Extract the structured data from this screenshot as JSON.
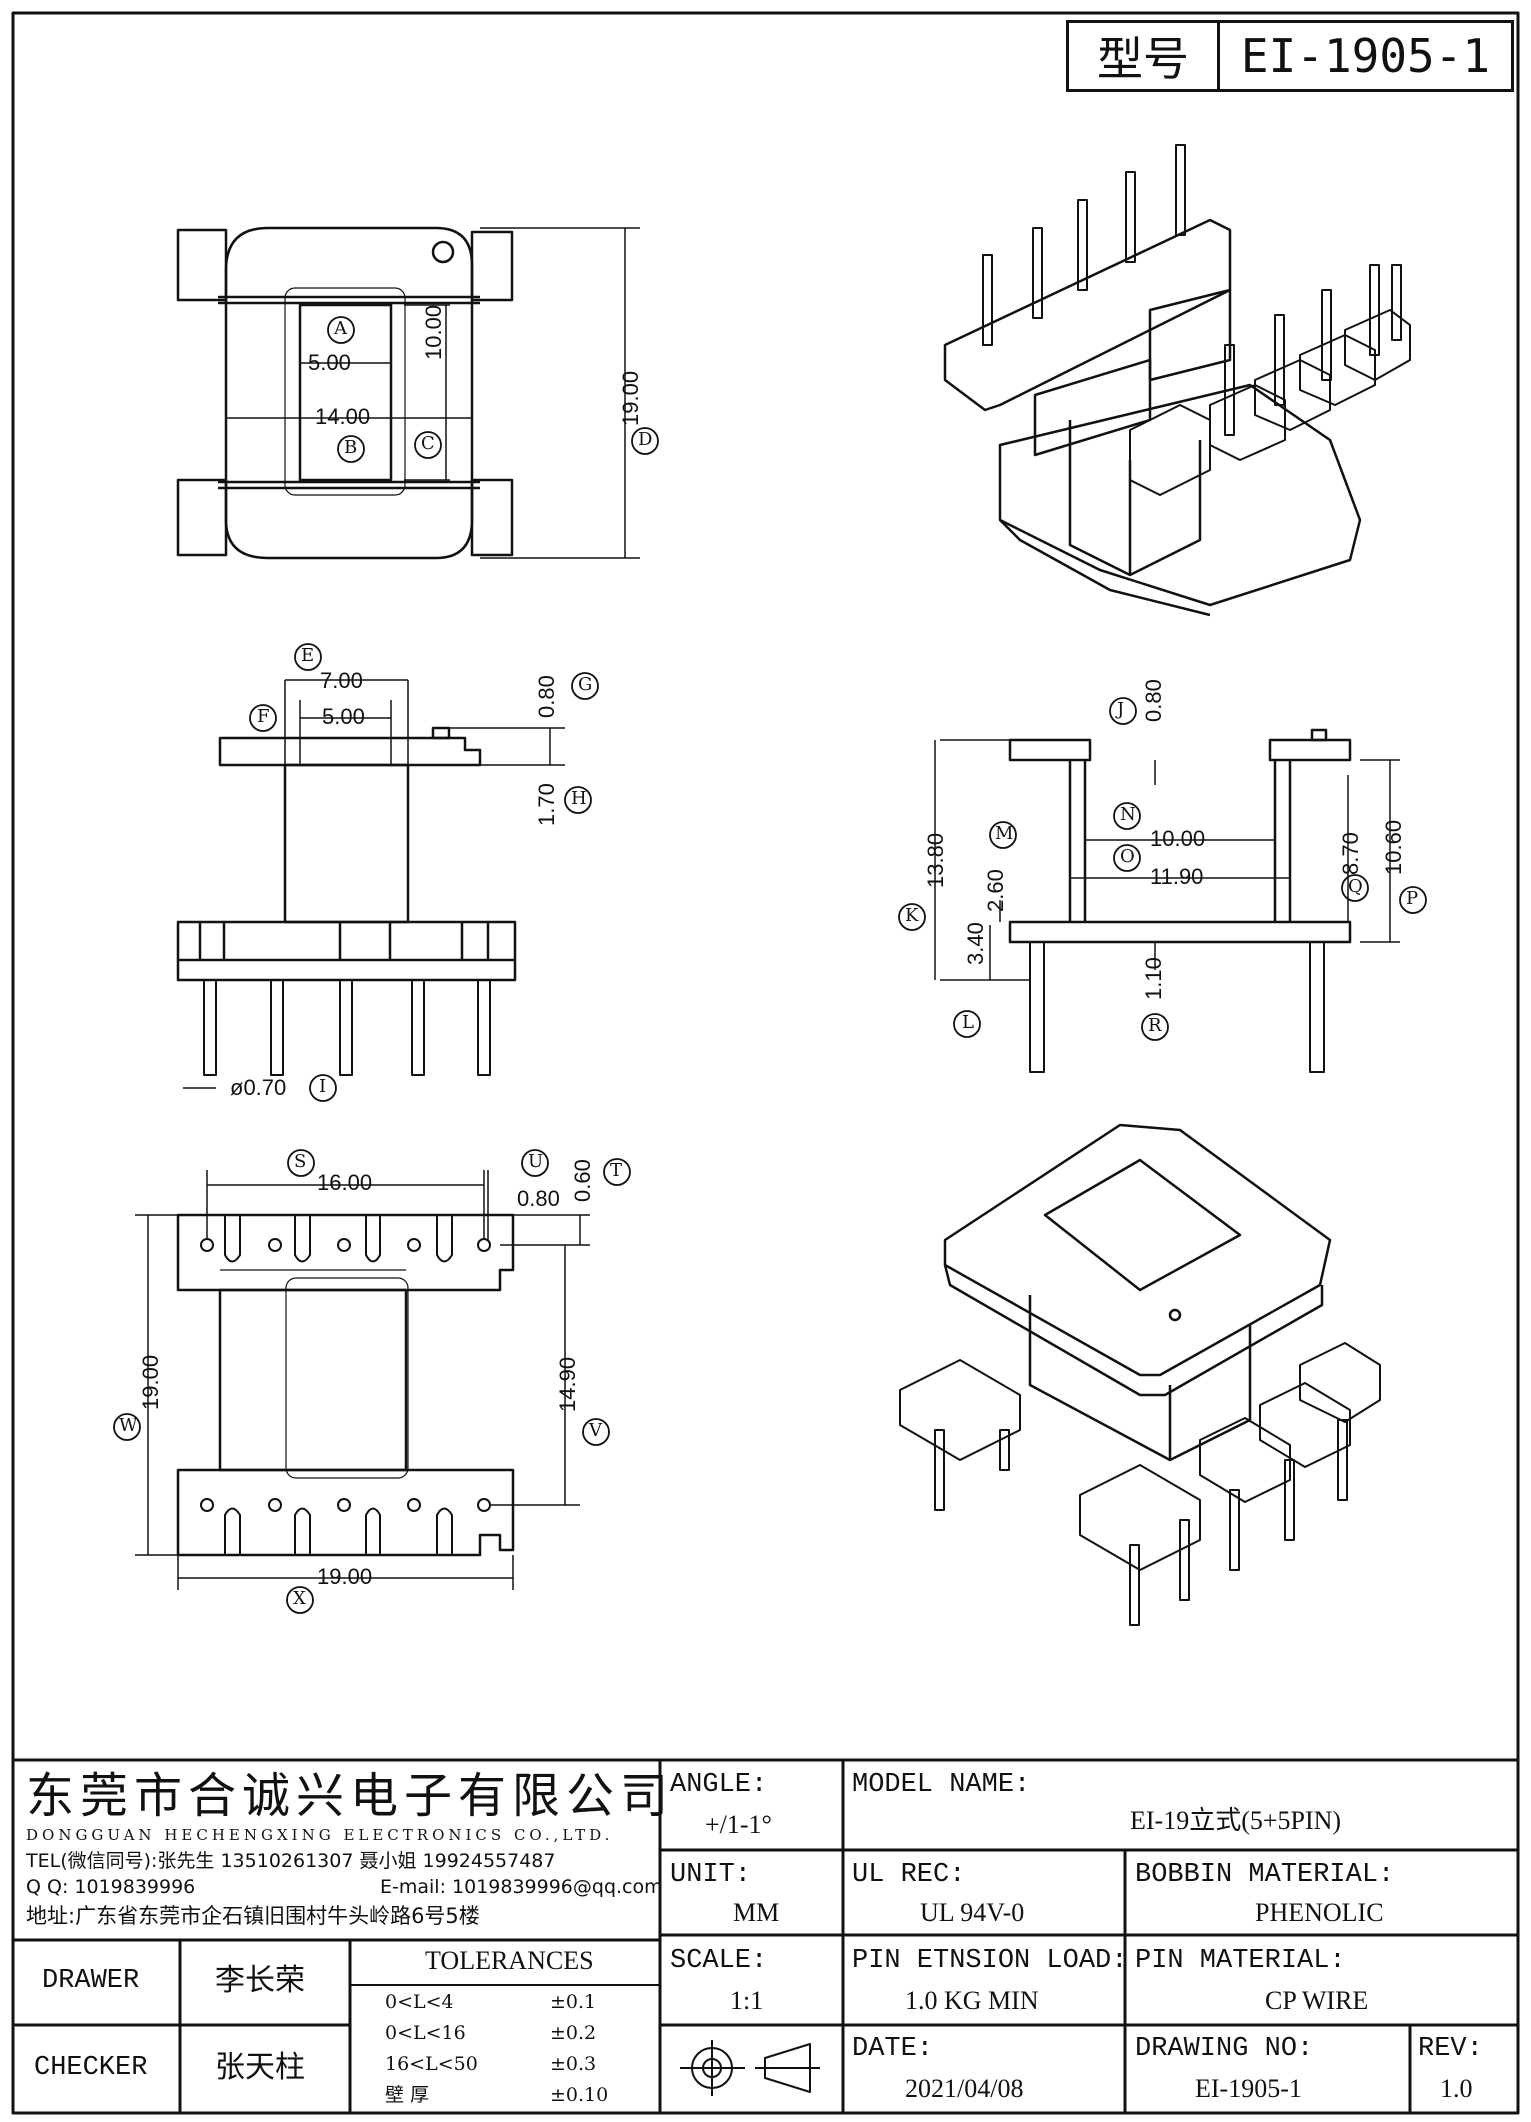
{
  "model_box": {
    "label": "型号",
    "value": "EI-1905-1"
  },
  "dimensions": {
    "top_view": {
      "A": "5.00",
      "B": "14.00",
      "C": "10.00",
      "D": "19.00"
    },
    "side_view": {
      "E": "7.00",
      "F": "5.00",
      "G": "0.80",
      "H": "1.70",
      "I": "ø0.70"
    },
    "front_view": {
      "J": "0.80",
      "K": "13.80",
      "L": "3.40",
      "M": "2.60",
      "N": "10.00",
      "O": "11.90",
      "P": "10.60",
      "Q": "8.70",
      "R": "1.10"
    },
    "bottom_view": {
      "S": "16.00",
      "T": "0.60",
      "U": "0.80",
      "V": "14.90",
      "W": "19.00",
      "X": "19.00"
    }
  },
  "markers": [
    "A",
    "B",
    "C",
    "D",
    "E",
    "F",
    "G",
    "H",
    "I",
    "J",
    "K",
    "L",
    "M",
    "N",
    "O",
    "P",
    "Q",
    "R",
    "S",
    "T",
    "U",
    "V",
    "W",
    "X"
  ],
  "company": {
    "name_cn": "东莞市合诚兴电子有限公司",
    "name_en": "DONGGUAN HECHENGXING ELECTRONICS CO.,LTD.",
    "tel": "TEL(微信同号):张先生 13510261307 聂小姐 19924557487",
    "qq": "Q Q: 1019839996",
    "email": "E-mail: 1019839996@qq.com",
    "address": "地址:广东省东莞市企石镇旧围村牛头岭路6号5楼"
  },
  "title_block": {
    "angle_label": "ANGLE:",
    "angle_value": "+/1-1°",
    "unit_label": "UNIT:",
    "unit_value": "MM",
    "scale_label": "SCALE:",
    "scale_value": "1:1",
    "model_label": "MODEL NAME:",
    "model_value": "EI-19立式(5+5PIN)",
    "ul_label": "UL REC:",
    "ul_value": "UL 94V-0",
    "bobbin_label": "BOBBIN MATERIAL:",
    "bobbin_value": "PHENOLIC",
    "pin_load_label": "PIN ETNSION LOAD:",
    "pin_load_value": "1.0 KG MIN",
    "pin_material_label": "PIN MATERIAL:",
    "pin_material_value": "CP WIRE",
    "date_label": "DATE:",
    "date_value": "2021/04/08",
    "drawing_no_label": "DRAWING NO:",
    "drawing_no_value": "EI-1905-1",
    "rev_label": "REV:",
    "rev_value": "1.0",
    "drawer_label": "DRAWER",
    "drawer_value": "李长荣",
    "checker_label": "CHECKER",
    "checker_value": "张天柱",
    "tolerances_label": "TOLERANCES",
    "tolerances": [
      {
        "range": "0<L<4",
        "value": "±0.1"
      },
      {
        "range": "0<L<16",
        "value": "±0.2"
      },
      {
        "range": "16<L<50",
        "value": "±0.3"
      },
      {
        "range": "壁  厚",
        "value": "±0.10"
      }
    ]
  }
}
